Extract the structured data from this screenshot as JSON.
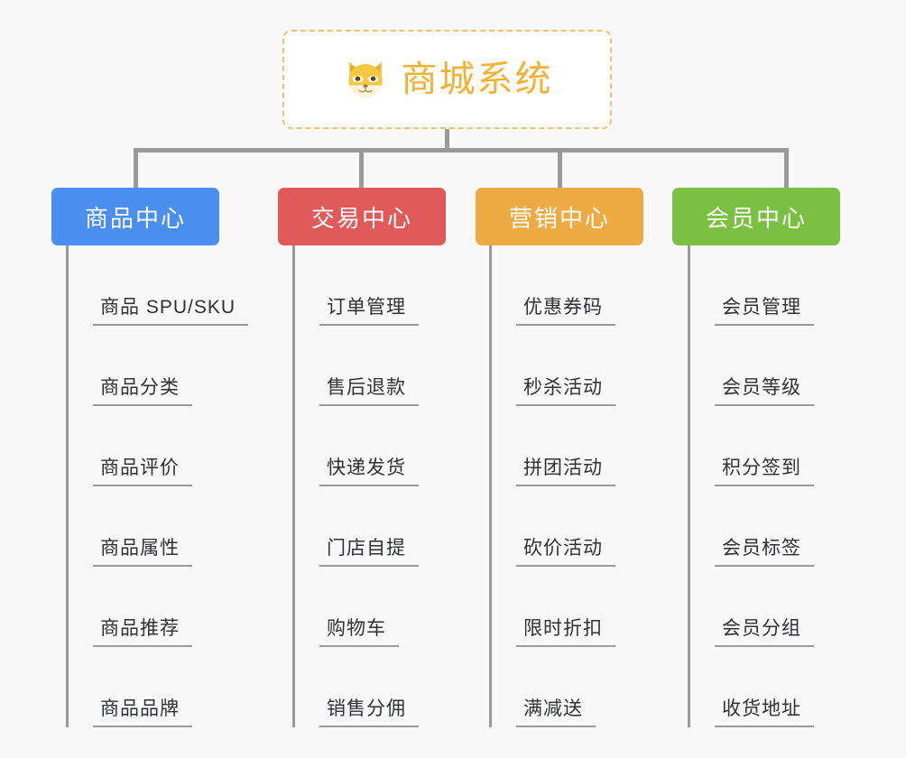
{
  "root": {
    "title": "商城系统",
    "icon": "shiba-dog-icon",
    "border_color": "#f0c270",
    "text_color": "#f2b233"
  },
  "canvas": {
    "background": "#f8f8f8",
    "connector_color": "#9a9a9a"
  },
  "branches": [
    {
      "label": "商品中心",
      "color": "#4a8ef0",
      "items": [
        "商品 SPU/SKU",
        "商品分类",
        "商品评价",
        "商品属性",
        "商品推荐",
        "商品品牌"
      ]
    },
    {
      "label": "交易中心",
      "color": "#e05a5a",
      "items": [
        "订单管理",
        "售后退款",
        "快递发货",
        "门店自提",
        "购物车",
        "销售分佣"
      ]
    },
    {
      "label": "营销中心",
      "color": "#eeab44",
      "items": [
        "优惠券码",
        "秒杀活动",
        "拼团活动",
        "砍价活动",
        "限时折扣",
        "满减送"
      ]
    },
    {
      "label": "会员中心",
      "color": "#7ac143",
      "items": [
        "会员管理",
        "会员等级",
        "积分签到",
        "会员标签",
        "会员分组",
        "收货地址"
      ]
    }
  ]
}
